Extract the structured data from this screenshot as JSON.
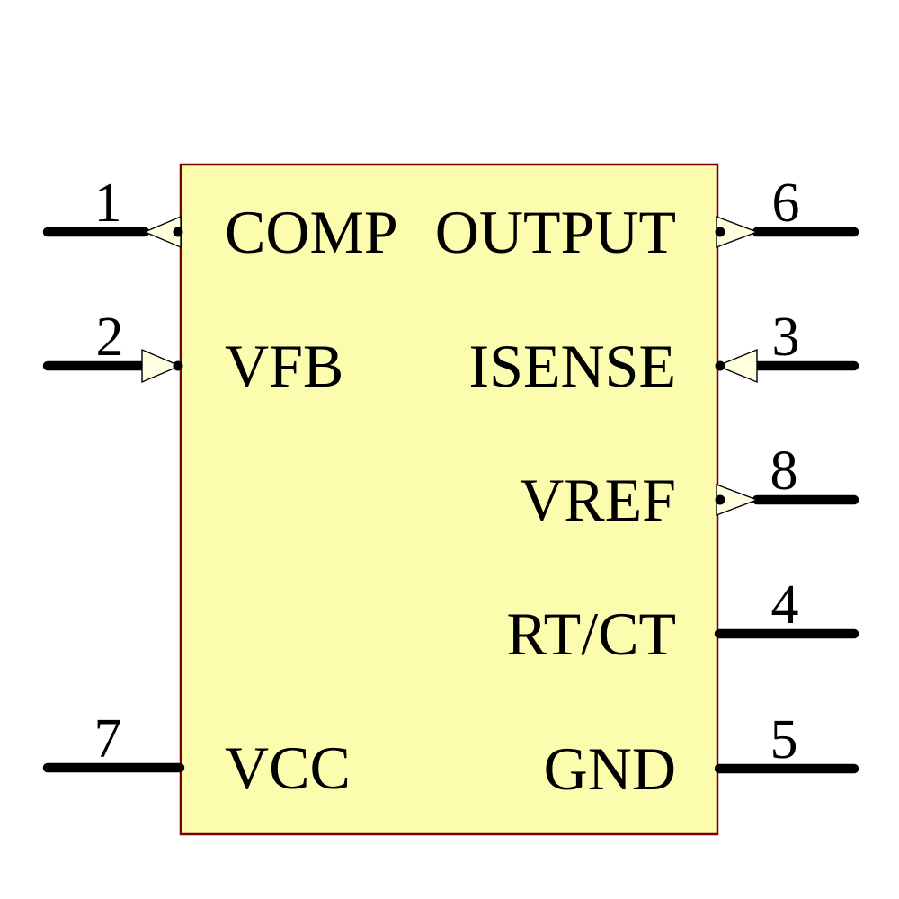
{
  "diagram": {
    "type": "schematic-symbol",
    "body": {
      "fill": "#FCFCAF",
      "border_color": "#7D0000"
    },
    "arrow_fill": "#FFFEDF",
    "pin_line_color": "#000000",
    "pins": [
      {
        "number": "1",
        "label": "COMP",
        "side": "left",
        "arrow": "out"
      },
      {
        "number": "2",
        "label": "VFB",
        "side": "left",
        "arrow": "in"
      },
      {
        "number": "7",
        "label": "VCC",
        "side": "left",
        "arrow": "none"
      },
      {
        "number": "6",
        "label": "OUTPUT",
        "side": "right",
        "arrow": "out"
      },
      {
        "number": "3",
        "label": "ISENSE",
        "side": "right",
        "arrow": "in"
      },
      {
        "number": "8",
        "label": "VREF",
        "side": "right",
        "arrow": "out"
      },
      {
        "number": "4",
        "label": "RT/CT",
        "side": "right",
        "arrow": "none"
      },
      {
        "number": "5",
        "label": "GND",
        "side": "right",
        "arrow": "none"
      }
    ]
  }
}
